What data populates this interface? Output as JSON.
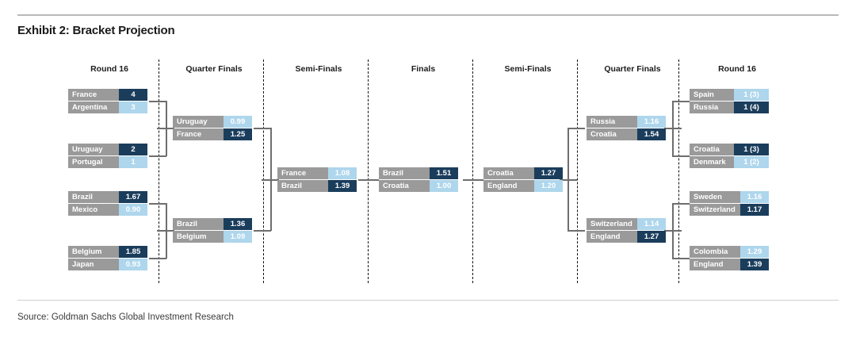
{
  "header": {
    "title": "Exhibit 2: Bracket Projection",
    "source": "Source: Goldman Sachs Global Investment Research"
  },
  "columns": [
    {
      "label": "Round 16"
    },
    {
      "label": "Quarter Finals"
    },
    {
      "label": "Semi-Finals"
    },
    {
      "label": "Finals"
    },
    {
      "label": "Semi-Finals"
    },
    {
      "label": "Quarter Finals"
    },
    {
      "label": "Round 16"
    }
  ],
  "colors": {
    "team_bar": "#9a9a9a",
    "winner_value": "#1b3d5c",
    "loser_value": "#aed6ec",
    "connector": "#6e6e6e",
    "divider": "#111111"
  },
  "chart_data": {
    "type": "table",
    "title": "Exhibit 2: Bracket Projection",
    "xlabel": "",
    "ylabel": "",
    "notes": "Knockout bracket with projected goals/scores. Dark navy value = projected winner, light blue value = projected loser.",
    "matches": [
      {
        "id": "l-r16-1",
        "round": "Round 16",
        "side": "left",
        "teams": [
          {
            "name": "France",
            "value": "4",
            "result": "winner"
          },
          {
            "name": "Argentina",
            "value": "3",
            "result": "loser"
          }
        ]
      },
      {
        "id": "l-r16-2",
        "round": "Round 16",
        "side": "left",
        "teams": [
          {
            "name": "Uruguay",
            "value": "2",
            "result": "winner"
          },
          {
            "name": "Portugal",
            "value": "1",
            "result": "loser"
          }
        ]
      },
      {
        "id": "l-r16-3",
        "round": "Round 16",
        "side": "left",
        "teams": [
          {
            "name": "Brazil",
            "value": "1.67",
            "result": "winner"
          },
          {
            "name": "Mexico",
            "value": "0.90",
            "result": "loser"
          }
        ]
      },
      {
        "id": "l-r16-4",
        "round": "Round 16",
        "side": "left",
        "teams": [
          {
            "name": "Belgium",
            "value": "1.85",
            "result": "winner"
          },
          {
            "name": "Japan",
            "value": "0.93",
            "result": "loser"
          }
        ]
      },
      {
        "id": "l-qf-1",
        "round": "Quarter Finals",
        "side": "left",
        "teams": [
          {
            "name": "Uruguay",
            "value": "0.99",
            "result": "loser"
          },
          {
            "name": "France",
            "value": "1.25",
            "result": "winner"
          }
        ]
      },
      {
        "id": "l-qf-2",
        "round": "Quarter Finals",
        "side": "left",
        "teams": [
          {
            "name": "Brazil",
            "value": "1.36",
            "result": "winner"
          },
          {
            "name": "Belgium",
            "value": "1.09",
            "result": "loser"
          }
        ]
      },
      {
        "id": "l-sf-1",
        "round": "Semi-Finals",
        "side": "left",
        "teams": [
          {
            "name": "France",
            "value": "1.08",
            "result": "loser"
          },
          {
            "name": "Brazil",
            "value": "1.39",
            "result": "winner"
          }
        ]
      },
      {
        "id": "final",
        "round": "Finals",
        "side": "center",
        "teams": [
          {
            "name": "Brazil",
            "value": "1.51",
            "result": "winner"
          },
          {
            "name": "Croatia",
            "value": "1.00",
            "result": "loser"
          }
        ]
      },
      {
        "id": "r-sf-1",
        "round": "Semi-Finals",
        "side": "right",
        "teams": [
          {
            "name": "Croatia",
            "value": "1.27",
            "result": "winner"
          },
          {
            "name": "England",
            "value": "1.20",
            "result": "loser"
          }
        ]
      },
      {
        "id": "r-qf-1",
        "round": "Quarter Finals",
        "side": "right",
        "teams": [
          {
            "name": "Russia",
            "value": "1.16",
            "result": "loser"
          },
          {
            "name": "Croatia",
            "value": "1.54",
            "result": "winner"
          }
        ]
      },
      {
        "id": "r-qf-2",
        "round": "Quarter Finals",
        "side": "right",
        "teams": [
          {
            "name": "Switzerland",
            "value": "1.14",
            "result": "loser"
          },
          {
            "name": "England",
            "value": "1.27",
            "result": "winner"
          }
        ]
      },
      {
        "id": "r-r16-1",
        "round": "Round 16",
        "side": "right",
        "teams": [
          {
            "name": "Spain",
            "value": "1 (3)",
            "result": "loser"
          },
          {
            "name": "Russia",
            "value": "1 (4)",
            "result": "winner"
          }
        ]
      },
      {
        "id": "r-r16-2",
        "round": "Round 16",
        "side": "right",
        "teams": [
          {
            "name": "Croatia",
            "value": "1 (3)",
            "result": "winner"
          },
          {
            "name": "Denmark",
            "value": "1 (2)",
            "result": "loser"
          }
        ]
      },
      {
        "id": "r-r16-3",
        "round": "Round 16",
        "side": "right",
        "teams": [
          {
            "name": "Sweden",
            "value": "1.16",
            "result": "loser"
          },
          {
            "name": "Switzerland",
            "value": "1.17",
            "result": "winner"
          }
        ]
      },
      {
        "id": "r-r16-4",
        "round": "Round 16",
        "side": "right",
        "teams": [
          {
            "name": "Colombia",
            "value": "1.29",
            "result": "loser"
          },
          {
            "name": "England",
            "value": "1.39",
            "result": "winner"
          }
        ]
      }
    ]
  }
}
